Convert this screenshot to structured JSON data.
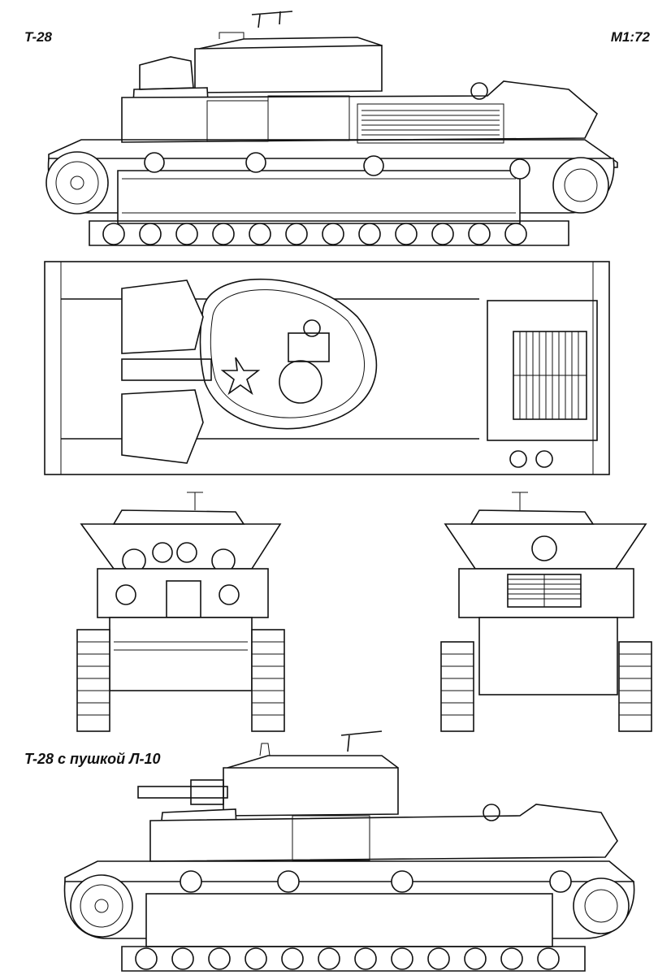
{
  "header": {
    "title_left": "T-28",
    "scale": "M1:72"
  },
  "caption_bottom": "T-28 с пушкой Л-10",
  "views": [
    {
      "id": "side-view"
    },
    {
      "id": "top-view"
    },
    {
      "id": "front-view"
    },
    {
      "id": "rear-view"
    },
    {
      "id": "side-view-l10"
    }
  ]
}
